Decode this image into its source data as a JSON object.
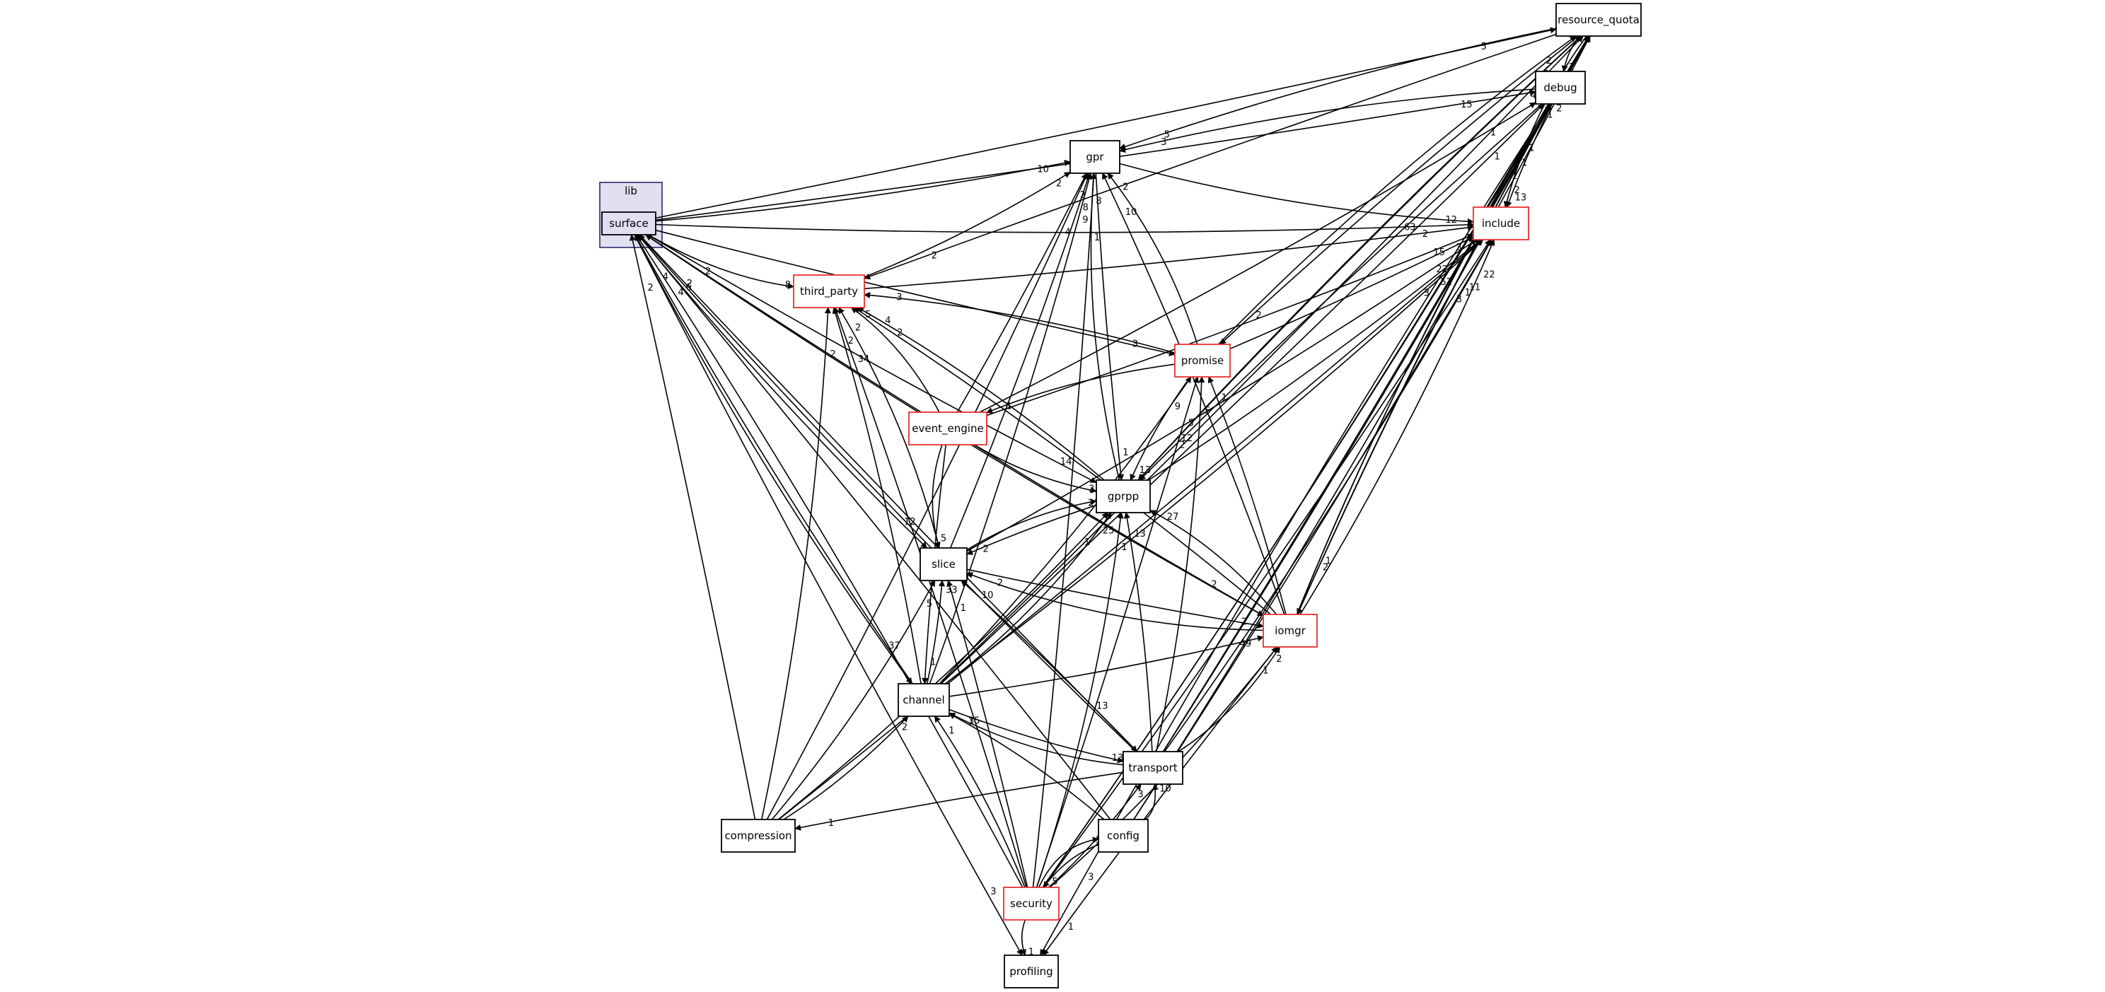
{
  "colors": {
    "edge": "#000000",
    "node_border": "#000000",
    "node_border_incomplete": "#e83030",
    "cluster_fill": "#e0e0f0",
    "cluster_border": "#404080",
    "node_fill": "#ffffff"
  },
  "cluster": {
    "label": "lib"
  },
  "nodes": [
    {
      "id": "surface",
      "label": "surface",
      "in_cluster": true,
      "border": "black"
    },
    {
      "id": "resource_quota",
      "label": "resource_quota",
      "border": "black"
    },
    {
      "id": "debug",
      "label": "debug",
      "border": "black"
    },
    {
      "id": "gpr",
      "label": "gpr",
      "border": "black"
    },
    {
      "id": "include",
      "label": "include",
      "border": "red"
    },
    {
      "id": "third_party",
      "label": "third_party",
      "border": "red"
    },
    {
      "id": "promise",
      "label": "promise",
      "border": "red"
    },
    {
      "id": "event_engine",
      "label": "event_engine",
      "border": "red"
    },
    {
      "id": "gprpp",
      "label": "gprpp",
      "border": "black"
    },
    {
      "id": "slice",
      "label": "slice",
      "border": "black"
    },
    {
      "id": "iomgr",
      "label": "iomgr",
      "border": "red"
    },
    {
      "id": "channel",
      "label": "channel",
      "border": "black"
    },
    {
      "id": "transport",
      "label": "transport",
      "border": "black"
    },
    {
      "id": "compression",
      "label": "compression",
      "border": "black"
    },
    {
      "id": "config",
      "label": "config",
      "border": "black"
    },
    {
      "id": "security",
      "label": "security",
      "border": "red"
    },
    {
      "id": "profiling",
      "label": "profiling",
      "border": "black"
    }
  ],
  "edges": [
    {
      "from": "surface",
      "to": "resource_quota",
      "label": "5"
    },
    {
      "from": "surface",
      "to": "debug",
      "label": "15"
    },
    {
      "from": "surface",
      "to": "gpr",
      "label": "10"
    },
    {
      "from": "surface",
      "to": "include",
      "label": "63"
    },
    {
      "from": "surface",
      "to": "third_party",
      "label": "8"
    },
    {
      "from": "surface",
      "to": "promise",
      "label": "3"
    },
    {
      "from": "surface",
      "to": "gprpp",
      "label": "14"
    },
    {
      "from": "surface",
      "to": "slice",
      "label": "12"
    },
    {
      "from": "surface",
      "to": "iomgr",
      "label": "2"
    },
    {
      "from": "surface",
      "to": "channel",
      "label": "37"
    },
    {
      "from": "surface",
      "to": "transport",
      "label": "13"
    },
    {
      "from": "surface",
      "to": "profiling",
      "label": "3"
    },
    {
      "from": "resource_quota",
      "to": "debug",
      "label": "2"
    },
    {
      "from": "resource_quota",
      "to": "gpr",
      "label": "5"
    },
    {
      "from": "resource_quota",
      "to": "include",
      "label": "2"
    },
    {
      "from": "resource_quota",
      "to": "third_party",
      "label": "2"
    },
    {
      "from": "resource_quota",
      "to": "promise",
      "label": "2"
    },
    {
      "from": "resource_quota",
      "to": "gprpp",
      "label": "12"
    },
    {
      "from": "resource_quota",
      "to": "iomgr",
      "label": "1"
    },
    {
      "from": "debug",
      "to": "gpr",
      "label": "3"
    },
    {
      "from": "debug",
      "to": "include",
      "label": "13"
    },
    {
      "from": "debug",
      "to": "gprpp",
      "label": "2"
    },
    {
      "from": "debug",
      "to": "iomgr",
      "label": "2"
    },
    {
      "from": "debug",
      "to": "profiling",
      "label": "3"
    },
    {
      "from": "gpr",
      "to": "include",
      "label": "12"
    },
    {
      "from": "gpr",
      "to": "gprpp",
      "label": "1"
    },
    {
      "from": "third_party",
      "to": "include",
      "label": "2"
    },
    {
      "from": "third_party",
      "to": "gpr",
      "label": "2"
    },
    {
      "from": "promise",
      "to": "third_party",
      "label": "3"
    },
    {
      "from": "promise",
      "to": "gpr",
      "label": "2"
    },
    {
      "from": "promise",
      "to": "include",
      "label": "3"
    },
    {
      "from": "promise",
      "to": "gprpp",
      "label": "13"
    },
    {
      "from": "promise",
      "to": "resource_quota",
      "label": "2"
    },
    {
      "from": "promise",
      "to": "event_engine",
      "label": "1"
    },
    {
      "from": "event_engine",
      "to": "third_party",
      "label": "5"
    },
    {
      "from": "event_engine",
      "to": "gpr",
      "label": "2"
    },
    {
      "from": "event_engine",
      "to": "include",
      "label": "15"
    },
    {
      "from": "event_engine",
      "to": "debug",
      "label": "1"
    },
    {
      "from": "event_engine",
      "to": "gprpp",
      "label": "3"
    },
    {
      "from": "event_engine",
      "to": "slice",
      "label": "5"
    },
    {
      "from": "event_engine",
      "to": "channel",
      "label": "1"
    },
    {
      "from": "gprpp",
      "to": "gpr",
      "label": "8"
    },
    {
      "from": "gprpp",
      "to": "include",
      "label": "9"
    },
    {
      "from": "gprpp",
      "to": "third_party",
      "label": "4"
    },
    {
      "from": "gprpp",
      "to": "resource_quota",
      "label": "3"
    },
    {
      "from": "gprpp",
      "to": "slice",
      "label": "2"
    },
    {
      "from": "slice",
      "to": "gpr",
      "label": "8"
    },
    {
      "from": "slice",
      "to": "include",
      "label": "22"
    },
    {
      "from": "slice",
      "to": "gprpp",
      "label": "23"
    },
    {
      "from": "slice",
      "to": "third_party",
      "label": "2"
    },
    {
      "from": "slice",
      "to": "iomgr",
      "label": "2"
    },
    {
      "from": "iomgr",
      "to": "resource_quota",
      "label": "4"
    },
    {
      "from": "iomgr",
      "to": "gpr",
      "label": "10"
    },
    {
      "from": "iomgr",
      "to": "include",
      "label": "22"
    },
    {
      "from": "iomgr",
      "to": "gprpp",
      "label": "27"
    },
    {
      "from": "iomgr",
      "to": "slice",
      "label": "2"
    },
    {
      "from": "iomgr",
      "to": "promise",
      "label": "1"
    },
    {
      "from": "iomgr",
      "to": "debug",
      "label": "1"
    },
    {
      "from": "iomgr",
      "to": "third_party",
      "label": "2"
    },
    {
      "from": "iomgr",
      "to": "surface",
      "label": "2"
    },
    {
      "from": "iomgr",
      "to": "profiling",
      "label": "1"
    },
    {
      "from": "channel",
      "to": "resource_quota",
      "label": "4"
    },
    {
      "from": "channel",
      "to": "gpr",
      "label": "9"
    },
    {
      "from": "channel",
      "to": "include",
      "label": "52"
    },
    {
      "from": "channel",
      "to": "gprpp",
      "label": "25"
    },
    {
      "from": "channel",
      "to": "slice",
      "label": "33"
    },
    {
      "from": "channel",
      "to": "iomgr",
      "label": "49"
    },
    {
      "from": "channel",
      "to": "third_party",
      "label": "2"
    },
    {
      "from": "channel",
      "to": "promise",
      "label": "9"
    },
    {
      "from": "channel",
      "to": "surface",
      "label": "4"
    },
    {
      "from": "channel",
      "to": "debug",
      "label": "1"
    },
    {
      "from": "channel",
      "to": "transport",
      "label": "13"
    },
    {
      "from": "transport",
      "to": "channel",
      "label": "35"
    },
    {
      "from": "transport",
      "to": "include",
      "label": "11"
    },
    {
      "from": "transport",
      "to": "iomgr",
      "label": "2"
    },
    {
      "from": "transport",
      "to": "slice",
      "label": "10"
    },
    {
      "from": "transport",
      "to": "gprpp",
      "label": "13"
    },
    {
      "from": "transport",
      "to": "resource_quota",
      "label": "1"
    },
    {
      "from": "transport",
      "to": "promise",
      "label": "5"
    },
    {
      "from": "transport",
      "to": "surface",
      "label": "2"
    },
    {
      "from": "transport",
      "to": "compression",
      "label": "1"
    },
    {
      "from": "transport",
      "to": "debug",
      "label": "1"
    },
    {
      "from": "compression",
      "to": "channel",
      "label": "2"
    },
    {
      "from": "compression",
      "to": "slice",
      "label": "5"
    },
    {
      "from": "compression",
      "to": "third_party",
      "label": "2"
    },
    {
      "from": "compression",
      "to": "surface",
      "label": "2"
    },
    {
      "from": "compression",
      "to": "include",
      "label": "3"
    },
    {
      "from": "compression",
      "to": "gpr",
      "label": "4"
    },
    {
      "from": "compression",
      "to": "gprpp",
      "label": "1"
    },
    {
      "from": "config",
      "to": "transport",
      "label": "10"
    },
    {
      "from": "config",
      "to": "surface",
      "label": "6"
    },
    {
      "from": "config",
      "to": "include",
      "label": "1"
    },
    {
      "from": "config",
      "to": "channel",
      "label": "1"
    },
    {
      "from": "config",
      "to": "security",
      "label": "5"
    },
    {
      "from": "config",
      "to": "resource_quota",
      "label": "2"
    },
    {
      "from": "security",
      "to": "config",
      "label": "3"
    },
    {
      "from": "security",
      "to": "transport",
      "label": "3"
    },
    {
      "from": "security",
      "to": "channel",
      "label": "1"
    },
    {
      "from": "security",
      "to": "iomgr",
      "label": "1"
    },
    {
      "from": "security",
      "to": "gprpp",
      "label": "1"
    },
    {
      "from": "security",
      "to": "slice",
      "label": "1"
    },
    {
      "from": "security",
      "to": "third_party",
      "label": "34"
    },
    {
      "from": "security",
      "to": "include",
      "label": "3"
    },
    {
      "from": "security",
      "to": "surface",
      "label": "4"
    },
    {
      "from": "security",
      "to": "resource_quota",
      "label": "1"
    },
    {
      "from": "security",
      "to": "promise",
      "label": "5"
    },
    {
      "from": "security",
      "to": "gpr",
      "label": "1"
    },
    {
      "from": "security",
      "to": "profiling",
      "label": "1"
    },
    {
      "from": "security",
      "to": "debug",
      "label": "1"
    }
  ]
}
